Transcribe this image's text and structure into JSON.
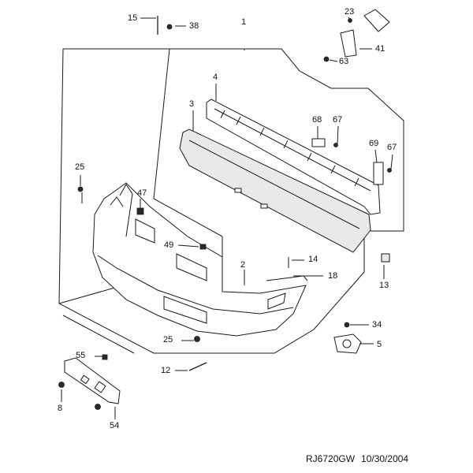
{
  "labels": {
    "p15": "15",
    "p38": "38",
    "p1": "1",
    "p23": "23",
    "p41": "41",
    "p63": "63",
    "p4": "4",
    "p3": "3",
    "p68": "68",
    "p67a": "67",
    "p69": "69",
    "p67b": "67",
    "p25a": "25",
    "p47": "47",
    "p49": "49",
    "p2": "2",
    "p14": "14",
    "p18": "18",
    "p13": "13",
    "p34": "34",
    "p5": "5",
    "p25b": "25",
    "p12": "12",
    "p55": "55",
    "p8": "8",
    "p54": "54"
  },
  "footer": {
    "code": "RJ6720GW",
    "date": "10/30/2004"
  }
}
